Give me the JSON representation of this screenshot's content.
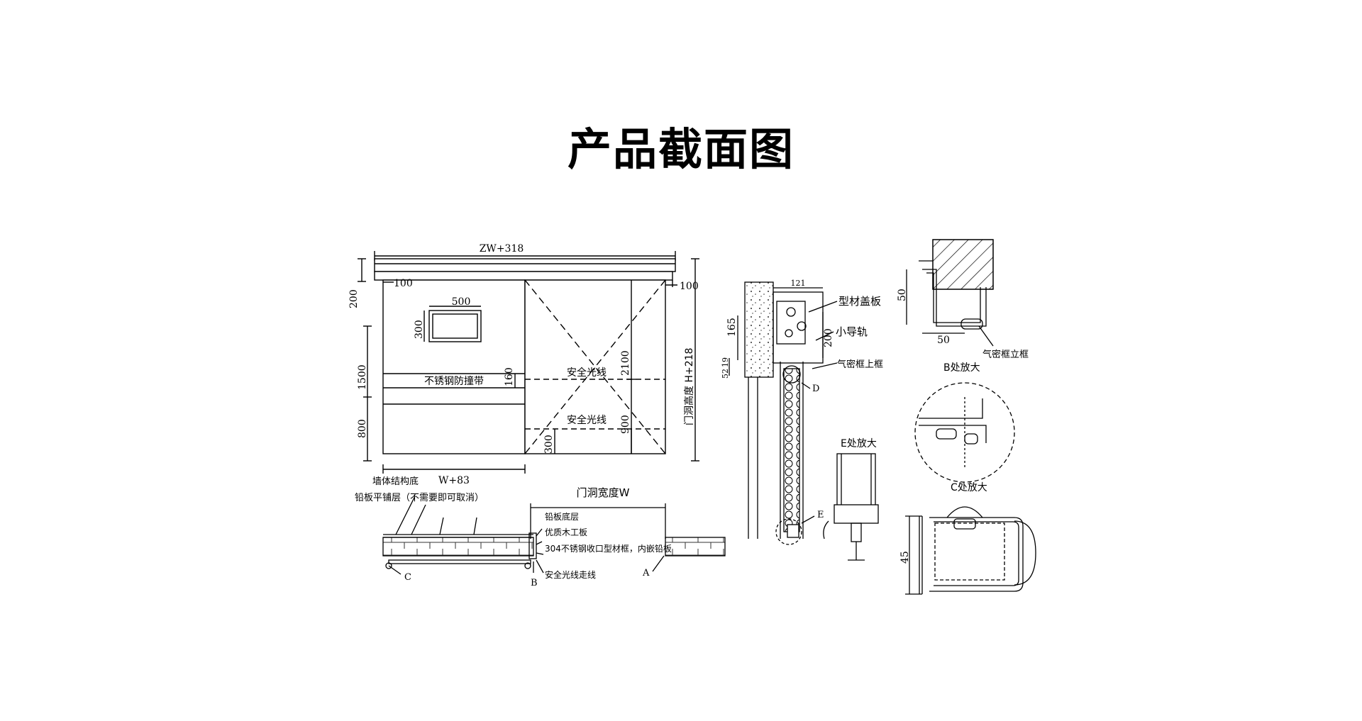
{
  "page": {
    "title": "产品截面图"
  },
  "elevation": {
    "total_width": "ZW+318",
    "top_gap_left": "100",
    "top_gap_right": "100",
    "header_height": "200",
    "window_width": "500",
    "window_height": "300",
    "guard_band_label": "不锈钢防撞带",
    "guard_band_height": "160",
    "left_height_1500": "1500",
    "left_height_800": "800",
    "leaf_width": "W+83",
    "light_line_1": "安全光线",
    "light_line_2": "安全光线",
    "height_2100": "2100",
    "height_900": "900",
    "height_300": "300",
    "opening_height": "门洞高度 H+218"
  },
  "plan_section": {
    "wall_base": "墙体结构底",
    "lead_layer": "铅板平铺层（不需要即可取消）",
    "opening_width": "门洞宽度W",
    "lead_base": "铅板底层",
    "wood_board": "优质木工板",
    "frame": "304不锈钢收口型材框，内嵌铅板",
    "light_wiring": "安全光线走线",
    "label_a": "A",
    "label_b": "B",
    "label_c": "C"
  },
  "side_section": {
    "dim_121": "121",
    "dim_165": "165",
    "dim_200": "200",
    "dim_19": "19",
    "dim_52": "52",
    "cover_plate": "型材盖板",
    "small_rail": "小导轨",
    "top_frame": "气密框上框",
    "label_d": "D",
    "label_e": "E",
    "detail_e": "E处放大"
  },
  "details": {
    "dim_50_v": "50",
    "dim_50_h": "50",
    "vertical_frame": "气密框立框",
    "detail_b": "B处放大",
    "detail_c": "C处放大",
    "dim_45": "45"
  }
}
